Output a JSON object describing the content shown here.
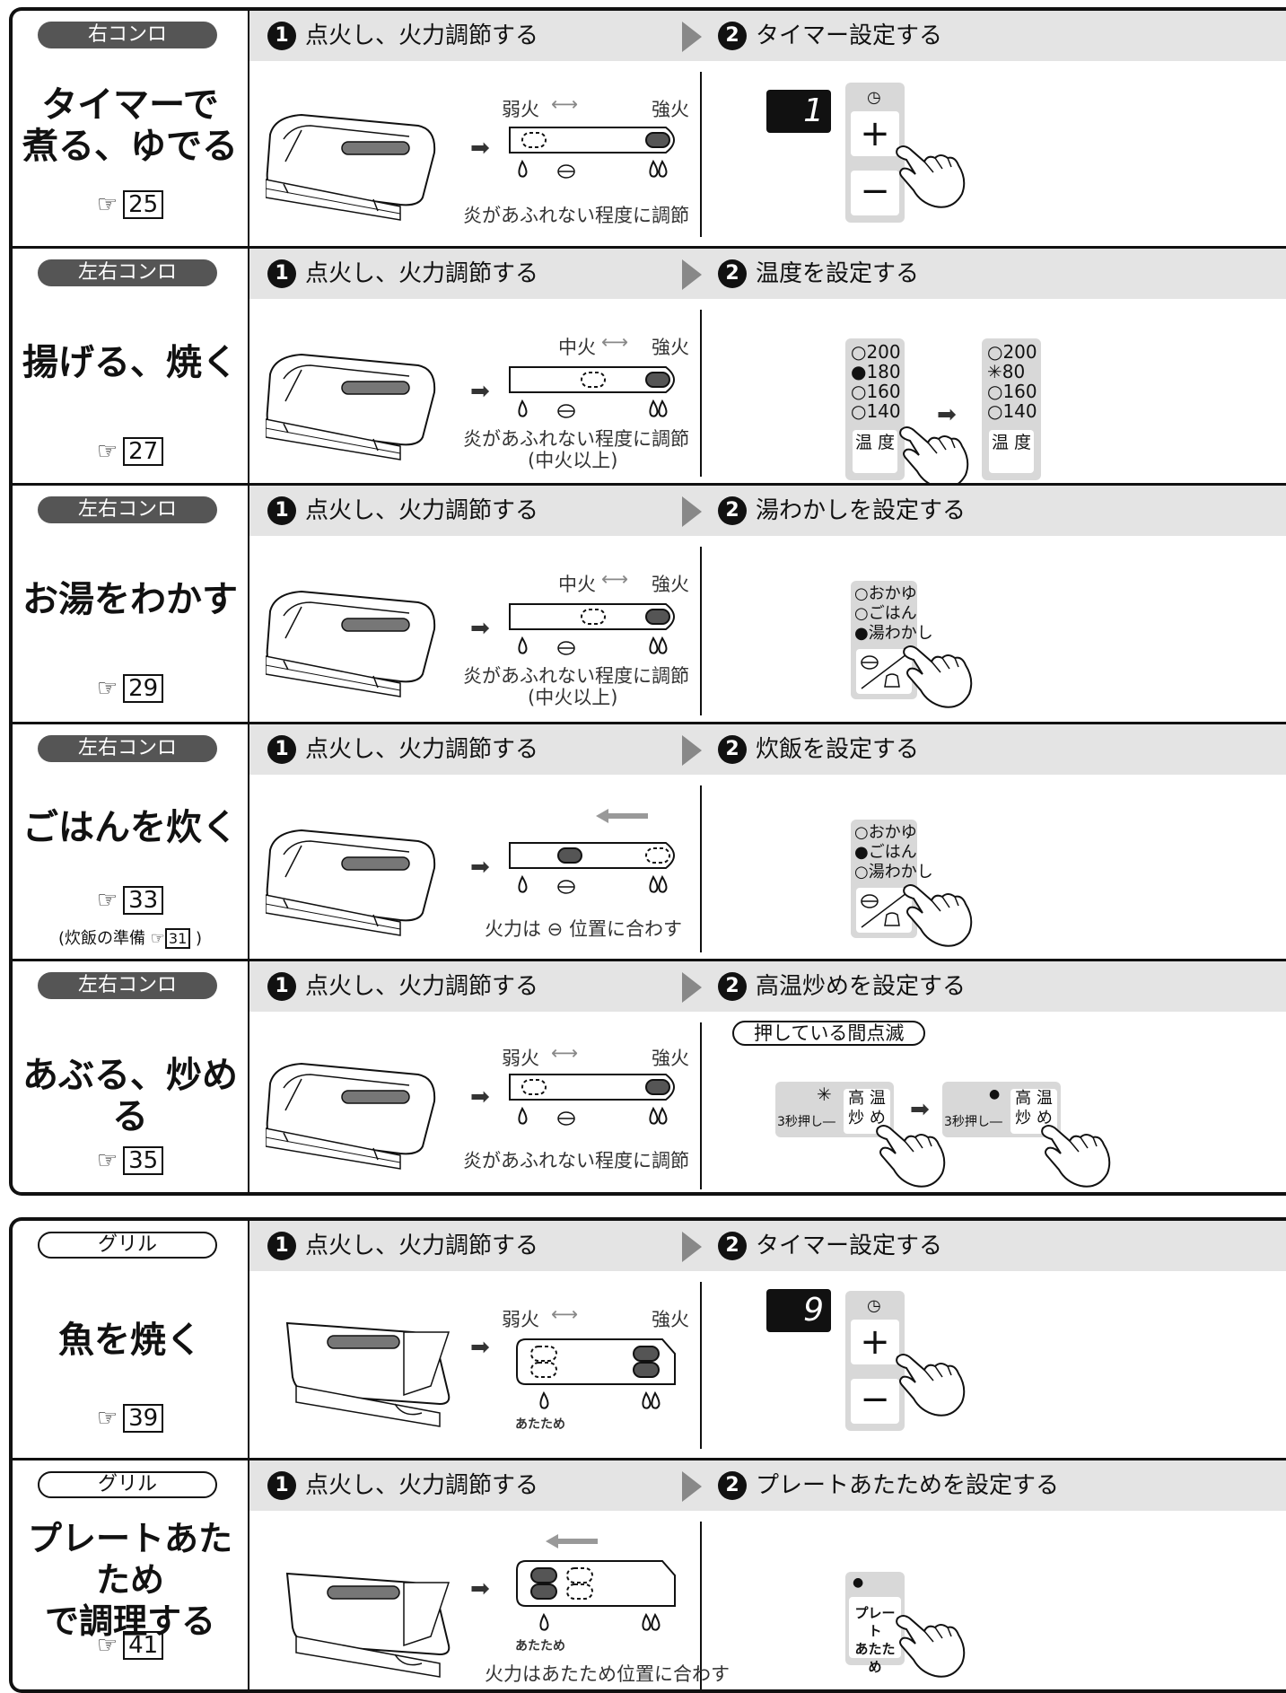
{
  "stove_section": {
    "rows": [
      {
        "label": "右コンロ",
        "title_lines": [
          "タイマーで",
          "煮る、ゆでる"
        ],
        "ref_page": "25",
        "step1": "点火し、火力調節する",
        "step2": "タイマー設定する",
        "low_label": "弱火",
        "high_label": "強火",
        "caption": "炎があふれない程度に調節",
        "display": "1"
      },
      {
        "label": "左右コンロ",
        "title_lines": [
          "揚げる、焼く"
        ],
        "ref_page": "27",
        "step1": "点火し、火力調節する",
        "step2": "温度を設定する",
        "low_label": "中火",
        "high_label": "強火",
        "caption": "炎があふれない程度に調節",
        "caption2": "(中火以上)",
        "temps": [
          "○200",
          "●180",
          "○160",
          "○140"
        ],
        "temps_after": [
          "○200",
          "80",
          "160",
          "○140"
        ],
        "button": "温 度"
      },
      {
        "label": "左右コンロ",
        "title_lines": [
          "お湯をわかす"
        ],
        "ref_page": "29",
        "step1": "点火し、火力調節する",
        "step2": "湯わかしを設定する",
        "low_label": "中火",
        "high_label": "強火",
        "caption": "炎があふれない程度に調節",
        "caption2": "(中火以上)",
        "options": [
          "○おかゆ",
          "○ごはん",
          "●湯わかし"
        ]
      },
      {
        "label": "左右コンロ",
        "title_lines": [
          "ごはんを炊く"
        ],
        "ref_page": "33",
        "note_prefix": "(炊飯の準備",
        "note_page": "31",
        "note_suffix": ")",
        "step1": "点火し、火力調節する",
        "step2": "炊飯を設定する",
        "caption": "火力は ⊖ 位置に合わす",
        "options": [
          "○おかゆ",
          "●ごはん",
          "○湯わかし"
        ]
      },
      {
        "label": "左右コンロ",
        "title_lines": [
          "あぶる、炒める"
        ],
        "ref_page": "35",
        "step1": "点火し、火力調節する",
        "step2": "高温炒めを設定する",
        "low_label": "弱火",
        "high_label": "強火",
        "caption": "炎があふれない程度に調節",
        "press_note": "押している間点滅",
        "btn_label_1": "高 温",
        "btn_label_2": "炒 め",
        "hold_label": "3秒押し―"
      }
    ]
  },
  "grill_section": {
    "rows": [
      {
        "label": "グリル",
        "title_lines": [
          "魚を焼く"
        ],
        "ref_page": "39",
        "step1": "点火し、火力調節する",
        "step2": "タイマー設定する",
        "low_label": "弱火",
        "high_label": "強火",
        "warm_label": "あたため",
        "display": "9"
      },
      {
        "label": "グリル",
        "title_lines": [
          "プレートあたため",
          "で調理する"
        ],
        "ref_page": "41",
        "step1": "点火し、火力調節する",
        "step2": "プレートあたためを設定する",
        "warm_label": "あたため",
        "caption": "火力はあたため位置に合わす",
        "button_lines": [
          "プレート",
          "あたため"
        ]
      }
    ]
  }
}
